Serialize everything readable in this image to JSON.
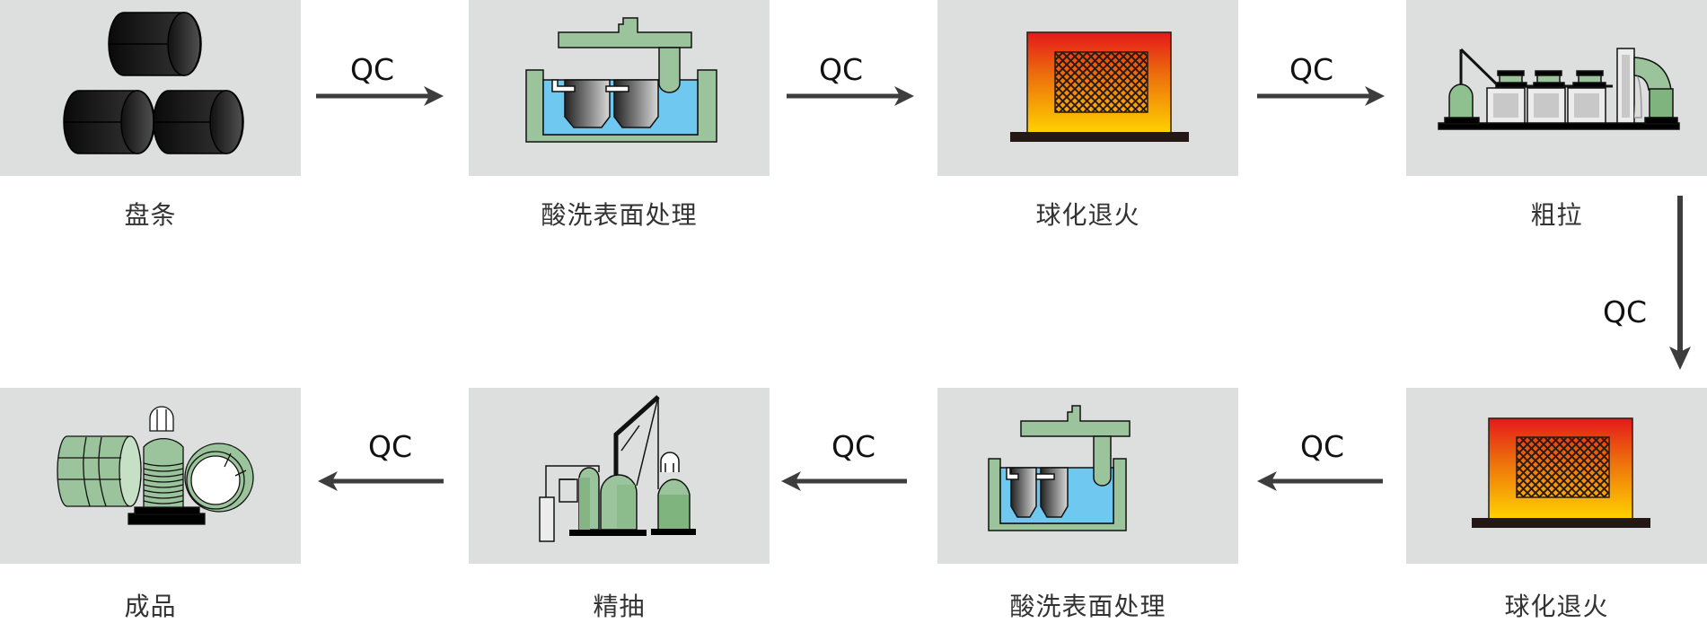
{
  "diagram": {
    "type": "process-flow",
    "steps": [
      {
        "id": 1,
        "label": "盘条",
        "icon": "wire-rod-coils-icon"
      },
      {
        "id": 2,
        "label": "酸洗表面处理",
        "icon": "pickling-tank-icon"
      },
      {
        "id": 3,
        "label": "球化退火",
        "icon": "annealing-furnace-icon"
      },
      {
        "id": 4,
        "label": "粗拉",
        "icon": "rough-drawing-machine-icon"
      },
      {
        "id": 5,
        "label": "球化退火",
        "icon": "annealing-furnace-icon"
      },
      {
        "id": 6,
        "label": "酸洗表面处理",
        "icon": "pickling-tank-icon"
      },
      {
        "id": 7,
        "label": "精抽",
        "icon": "fine-drawing-machine-icon"
      },
      {
        "id": 8,
        "label": "成品",
        "icon": "finished-coils-icon"
      }
    ],
    "connectors": [
      {
        "from": 1,
        "to": 2,
        "label": "QC",
        "direction": "right"
      },
      {
        "from": 2,
        "to": 3,
        "label": "QC",
        "direction": "right"
      },
      {
        "from": 3,
        "to": 4,
        "label": "QC",
        "direction": "right"
      },
      {
        "from": 4,
        "to": 5,
        "label": "QC",
        "direction": "down"
      },
      {
        "from": 5,
        "to": 6,
        "label": "QC",
        "direction": "left"
      },
      {
        "from": 6,
        "to": 7,
        "label": "QC",
        "direction": "left"
      },
      {
        "from": 7,
        "to": 8,
        "label": "QC",
        "direction": "left"
      }
    ]
  },
  "colors": {
    "box_bg": "#dcdfde",
    "equipment_green": "#9cc49c",
    "acid_blue": "#6ec8f0",
    "furnace_top": "#e5181c",
    "furnace_bottom": "#ffd200",
    "arrow": "#3d3d3d"
  }
}
